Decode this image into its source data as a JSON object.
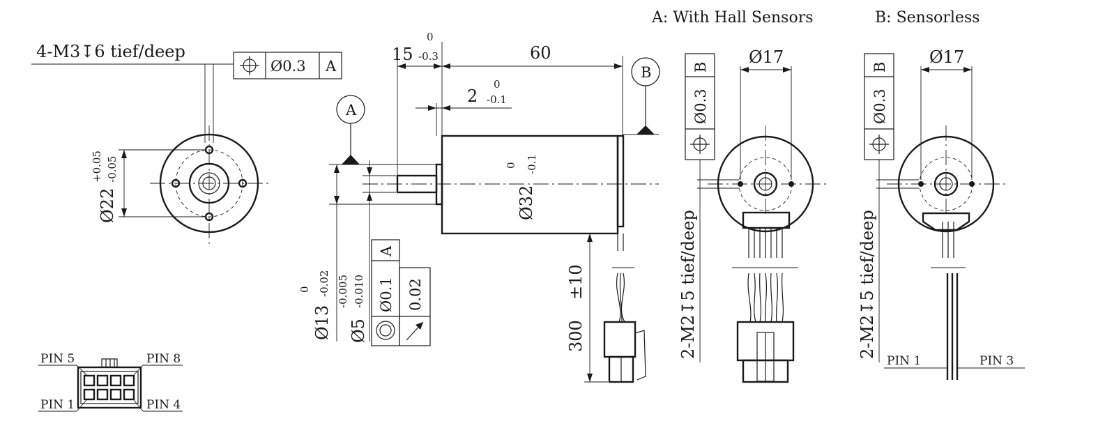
{
  "labels": {
    "view_a": "A: With Hall Sensors",
    "view_b": "B: Sensorless"
  },
  "front_view": {
    "thread_note": "4-M3↧6 tief/deep",
    "fcf_position_symbol": "⌖",
    "fcf_tolerance": "Ø0.3",
    "fcf_datum": "A",
    "bolt_circle": "Ø22",
    "bolt_circle_tol_upper": "+0.05",
    "bolt_circle_tol_lower": "-0.05"
  },
  "side_view": {
    "dim_shaft_length": "15",
    "dim_shaft_length_tol_upper": "0",
    "dim_shaft_length_tol_lower": "-0.3",
    "dim_body_length": "60",
    "dim_flange": "2",
    "dim_flange_tol_upper": "0",
    "dim_flange_tol_lower": "-0.1",
    "dim_body_dia": "Ø32",
    "dim_body_dia_tol_upper": "0",
    "dim_body_dia_tol_lower": "-0.1",
    "dim_pilot_dia": "Ø13",
    "dim_pilot_tol_upper": "0",
    "dim_pilot_tol_lower": "-0.02",
    "dim_shaft_dia": "Ø5",
    "dim_shaft_tol_upper": "-0.005",
    "dim_shaft_tol_lower": "-0.010",
    "dim_lead_length": "300",
    "dim_lead_tol": "±10",
    "datum_a": "A",
    "datum_b": "B",
    "fcf_concentricity_tol": "Ø0.1",
    "fcf_concentricity_datum": "A",
    "fcf_runout_tol": "0.02"
  },
  "hall_view": {
    "dim_hole_spacing": "Ø17",
    "fcf_tolerance": "Ø0.3",
    "fcf_datum": "B",
    "thread_note": "2-M2↧5 tief/deep"
  },
  "sensorless_view": {
    "dim_hole_spacing": "Ø17",
    "fcf_tolerance": "Ø0.3",
    "fcf_datum": "B",
    "thread_note": "2-M2↧5 tief/deep",
    "pin_left": "PIN 1",
    "pin_right": "PIN 3"
  },
  "connector": {
    "pin_top_left": "PIN 5",
    "pin_top_right": "PIN 8",
    "pin_bottom_left": "PIN 1",
    "pin_bottom_right": "PIN 4"
  }
}
